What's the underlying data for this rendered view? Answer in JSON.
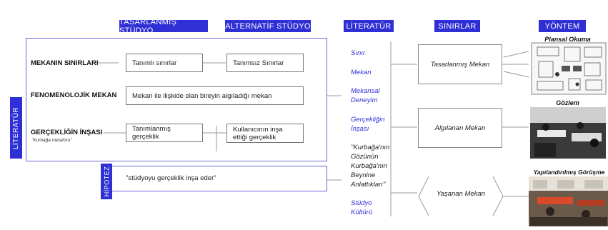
{
  "headers": {
    "designed": "TASARLANMIŞ STÜDYO",
    "alternative": "ALTERNATİF STÜDYO",
    "literature": "LİTERATÜR",
    "limits": "SINIRLAR",
    "method": "YÖNTEM"
  },
  "left_label": "LİTERATÜR",
  "hypothesis_label": "HİPOTEZ",
  "rows": {
    "space_limits": {
      "label": "MEKANIN SINIRLARI",
      "designed": "Tanımlı sınırlar",
      "alternative": "Tanımsız Sınırlar"
    },
    "phenomenology": {
      "label": "FENOMENOLOJİK MEKAN",
      "text": "Mekan ile ilişkide olan bireyin algıladığı mekan"
    },
    "reality": {
      "label": "GERÇEKLİĞİN İNŞASI",
      "sublabel": "\"Kurbağa metaforu\"",
      "designed": "Tanımlanmış gerçeklik",
      "alternative": "Kullanıcının inşa ettiği gerçeklik"
    }
  },
  "hypothesis_text": "\"stüdyoyu gerçeklik inşa eder\"",
  "literature_items": [
    "Sınır",
    "Mekan",
    "Mekansal Deneyim",
    "Gerçekliğin İnşası",
    "\"Kurbağa'nın Gözünün Kurbağa'nın Beynine Anlattıkları\"",
    "Stüdyo Kültürü"
  ],
  "limits": [
    "Tasarlanmış Mekan",
    "Algılanan Mekan",
    "Yaşanan Mekan"
  ],
  "methods": [
    "Plansal Okuma",
    "Gözlem",
    "Yapılandırılmış Görüşme"
  ],
  "colors": {
    "accent": "#2f2fd6",
    "frame": "#6a6ad8"
  }
}
